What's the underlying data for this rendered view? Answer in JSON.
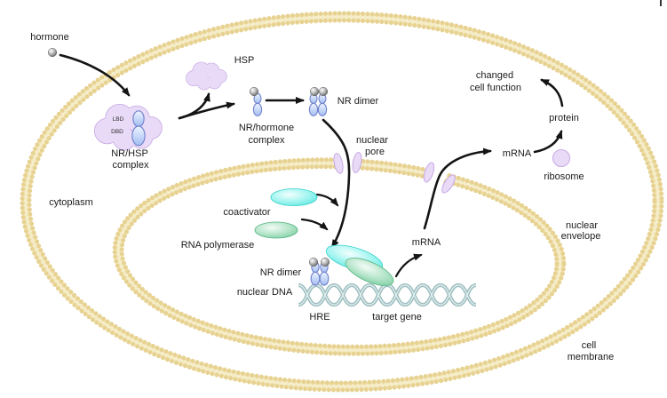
{
  "diagram": {
    "description": "Nuclear receptor hormone signaling pathway inside a cell",
    "labels": {
      "hormone": "hormone",
      "hsp": "HSP",
      "nr_hsp_complex": [
        "NR/HSP",
        "complex"
      ],
      "lbd": "LBD",
      "dbd": "DBD",
      "nr_hormone_complex": [
        "NR/hormone",
        "complex"
      ],
      "nr_dimer_top": "NR dimer",
      "nuclear_pore": [
        "nuclear",
        "pore"
      ],
      "changed_cell_function": [
        "changed",
        "cell function"
      ],
      "protein": "protein",
      "mrna_cytoplasm": "mRNA",
      "ribosome": "ribosome",
      "cytoplasm": "cytoplasm",
      "coactivator": "coactivator",
      "rna_polymerase": "RNA polymerase",
      "nr_dimer_bound": "NR dimer",
      "nuclear_dna": "nuclear DNA",
      "hre": "HRE",
      "target_gene": "target gene",
      "mrna_nucleus": "mRNA",
      "nuclear_envelope": [
        "nuclear",
        "envelope"
      ],
      "cell_membrane": [
        "cell",
        "membrane"
      ]
    },
    "colors": {
      "membrane_bead": "#E7D291",
      "membrane_band": "#F5ECC8",
      "organelle_purple": "#E9DAF7",
      "organelle_purple_stroke": "#C7A9E4",
      "receptor_blue": "#C9D9F6",
      "receptor_blue_stroke": "#7284CE",
      "coactivator_cyan": "#49E5DF",
      "polymerase_green": "#74CE9E",
      "dna_strand": "#9FBFC1",
      "hormone_sphere_gray": "#8A8A8A",
      "arrow_black": "#141414",
      "text_black": "#1b1b1b",
      "background": "#FFFFFF"
    }
  }
}
